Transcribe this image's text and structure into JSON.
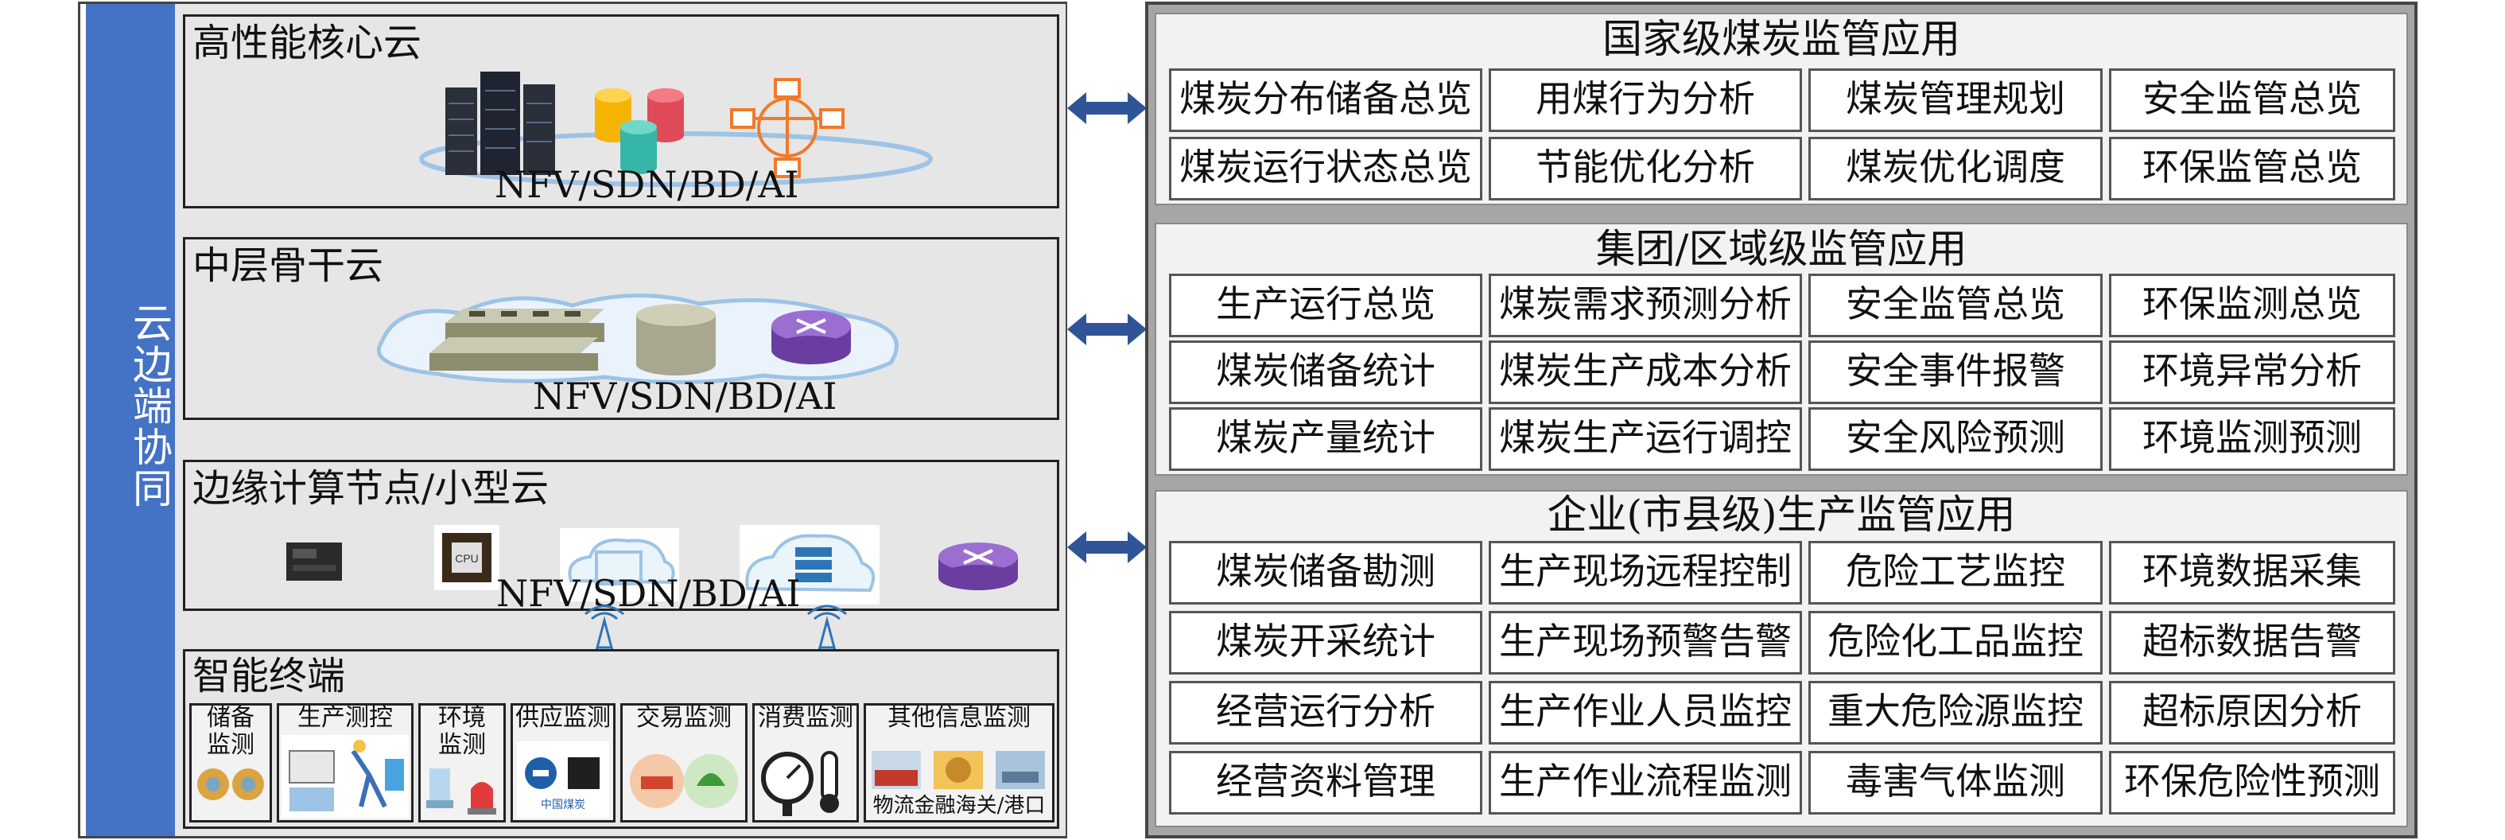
{
  "side_label": "云边端协同",
  "tiers": [
    {
      "title": "高性能核心云",
      "caption": "NFV/SDN/BD/AI"
    },
    {
      "title": "中层骨干云",
      "caption": "NFV/SDN/BD/AI"
    },
    {
      "title": "边缘计算节点/小型云",
      "caption": "NFV/SDN/BD/AI"
    },
    {
      "title": "智能终端"
    }
  ],
  "terminals": [
    {
      "label_line1": "储备",
      "label_line2": "监测"
    },
    {
      "label_line1": "生产测控"
    },
    {
      "label_line1": "环境",
      "label_line2": "监测"
    },
    {
      "label_line1": "供应监测"
    },
    {
      "label_line1": "交易监测"
    },
    {
      "label_line1": "消费监测"
    },
    {
      "label_line1": "其他信息监测",
      "label_line2": "物流金融海关/港口"
    }
  ],
  "cpu_label": "CPU",
  "logo_text": "中国煤炭",
  "groups": [
    {
      "title": "国家级煤炭监管应用",
      "rows": [
        [
          "煤炭分布储备总览",
          "用煤行为分析",
          "煤炭管理规划",
          "安全监管总览"
        ],
        [
          "煤炭运行状态总览",
          "节能优化分析",
          "煤炭优化调度",
          "环保监管总览"
        ]
      ]
    },
    {
      "title": "集团/区域级监管应用",
      "rows": [
        [
          "生产运行总览",
          "煤炭需求预测分析",
          "安全监管总览",
          "环保监测总览"
        ],
        [
          "煤炭储备统计",
          "煤炭生产成本分析",
          "安全事件报警",
          "环境异常分析"
        ],
        [
          "煤炭产量统计",
          "煤炭生产运行调控",
          "安全风险预测",
          "环境监测预测"
        ]
      ]
    },
    {
      "title": "企业(市县级)生产监管应用",
      "rows": [
        [
          "煤炭储备勘测",
          "生产现场远程控制",
          "危险工艺监控",
          "环境数据采集"
        ],
        [
          "煤炭开采统计",
          "生产现场预警告警",
          "危险化工品监控",
          "超标数据告警"
        ],
        [
          "经营运行分析",
          "生产作业人员监控",
          "重大危险源监控",
          "超标原因分析"
        ],
        [
          "经营资料管理",
          "生产作业流程监测",
          "毒害气体监测",
          "环保危险性预测"
        ]
      ]
    }
  ],
  "colors": {
    "sidebar": "#4472c4",
    "arrow": "#2f5597",
    "panel_bg": "#e7e6e6",
    "right_bg": "#a6a6a6"
  }
}
